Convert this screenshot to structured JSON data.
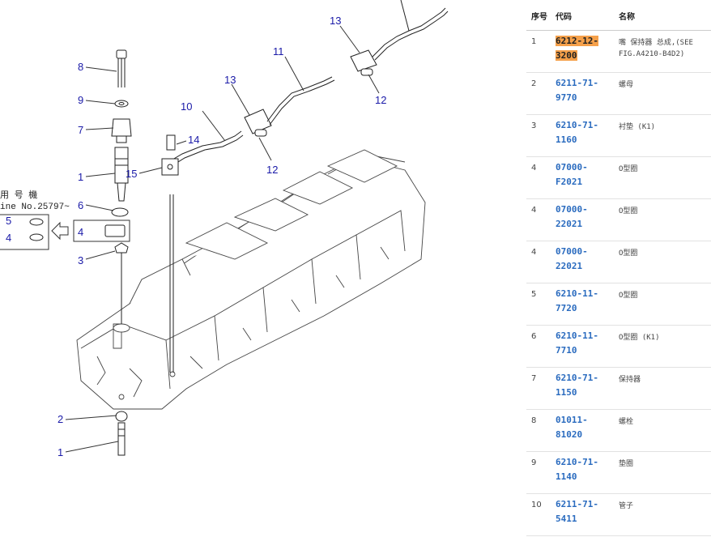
{
  "diagram": {
    "note_line1": "用 号 機",
    "note_line2": "ine No.25797~",
    "callouts": [
      "8",
      "9",
      "7",
      "1",
      "6",
      "3",
      "2",
      "1",
      "10",
      "14",
      "15",
      "13",
      "11",
      "13",
      "12",
      "12",
      "5",
      "4",
      "4"
    ]
  },
  "parts_table": {
    "headers": {
      "seq": "序号",
      "code": "代码",
      "name": "名称"
    },
    "rows": [
      {
        "seq": "1",
        "code": "6212-12-3200",
        "name": "嘴 保持器 总成,(SEE FIG.A4210-B4D2)"
      },
      {
        "seq": "2",
        "code": "6211-71-9770",
        "name": "螺母"
      },
      {
        "seq": "3",
        "code": "6210-71-1160",
        "name": "衬垫 (K1)"
      },
      {
        "seq": "4",
        "code": "07000-F2021",
        "name": "O型圈"
      },
      {
        "seq": "4",
        "code": "07000-22021",
        "name": "O型圈"
      },
      {
        "seq": "4",
        "code": "07000-22021",
        "name": "O型圈"
      },
      {
        "seq": "5",
        "code": "6210-11-7720",
        "name": "O型圈"
      },
      {
        "seq": "6",
        "code": "6210-11-7710",
        "name": "O型圈 (K1)"
      },
      {
        "seq": "7",
        "code": "6210-71-1150",
        "name": "保持器"
      },
      {
        "seq": "8",
        "code": "01011-81020",
        "name": "螺栓"
      },
      {
        "seq": "9",
        "code": "6210-71-1140",
        "name": "垫圈"
      },
      {
        "seq": "10",
        "code": "6211-71-5411",
        "name": "管子"
      }
    ]
  }
}
